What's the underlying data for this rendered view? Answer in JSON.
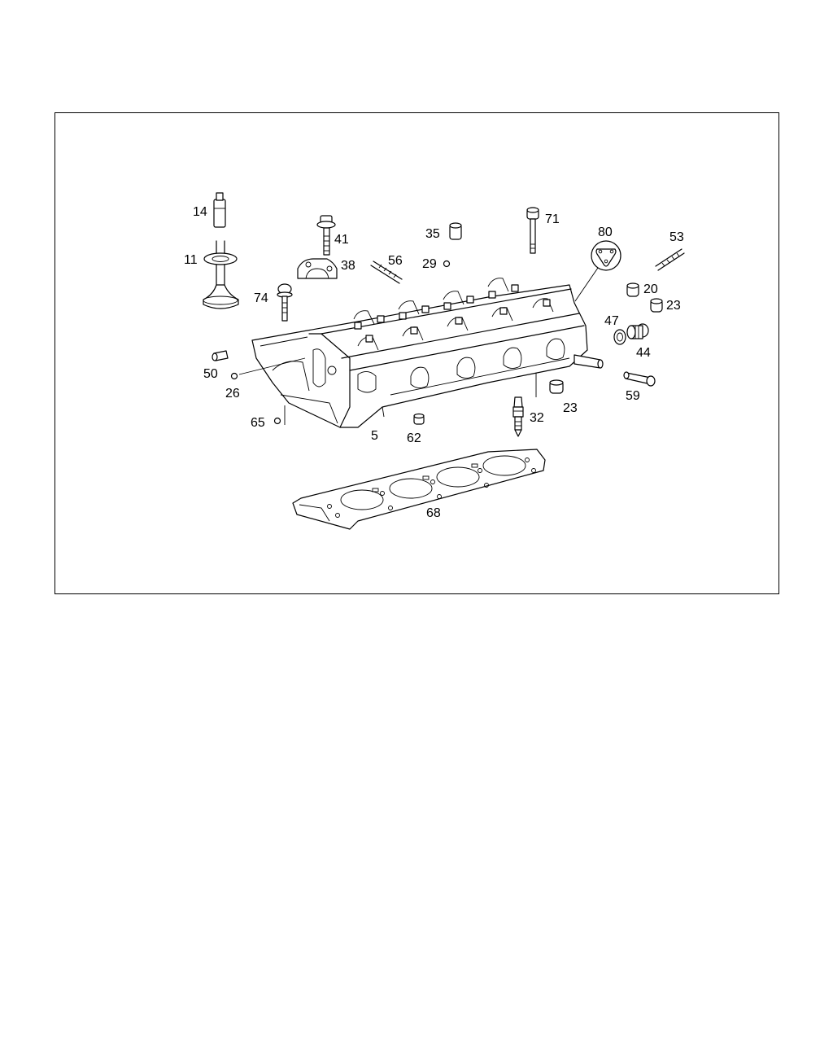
{
  "callouts": [
    {
      "id": "14"
    },
    {
      "id": "11"
    },
    {
      "id": "41"
    },
    {
      "id": "38"
    },
    {
      "id": "74"
    },
    {
      "id": "56"
    },
    {
      "id": "35"
    },
    {
      "id": "29"
    },
    {
      "id": "71"
    },
    {
      "id": "80"
    },
    {
      "id": "53"
    },
    {
      "id": "20"
    },
    {
      "id": "23"
    },
    {
      "id": "47"
    },
    {
      "id": "44"
    },
    {
      "id": "50"
    },
    {
      "id": "26"
    },
    {
      "id": "65"
    },
    {
      "id": "5"
    },
    {
      "id": "62"
    },
    {
      "id": "32"
    },
    {
      "id": "23"
    },
    {
      "id": "59"
    },
    {
      "id": "68"
    }
  ],
  "colors": {
    "line": "#000000",
    "background": "#ffffff"
  }
}
